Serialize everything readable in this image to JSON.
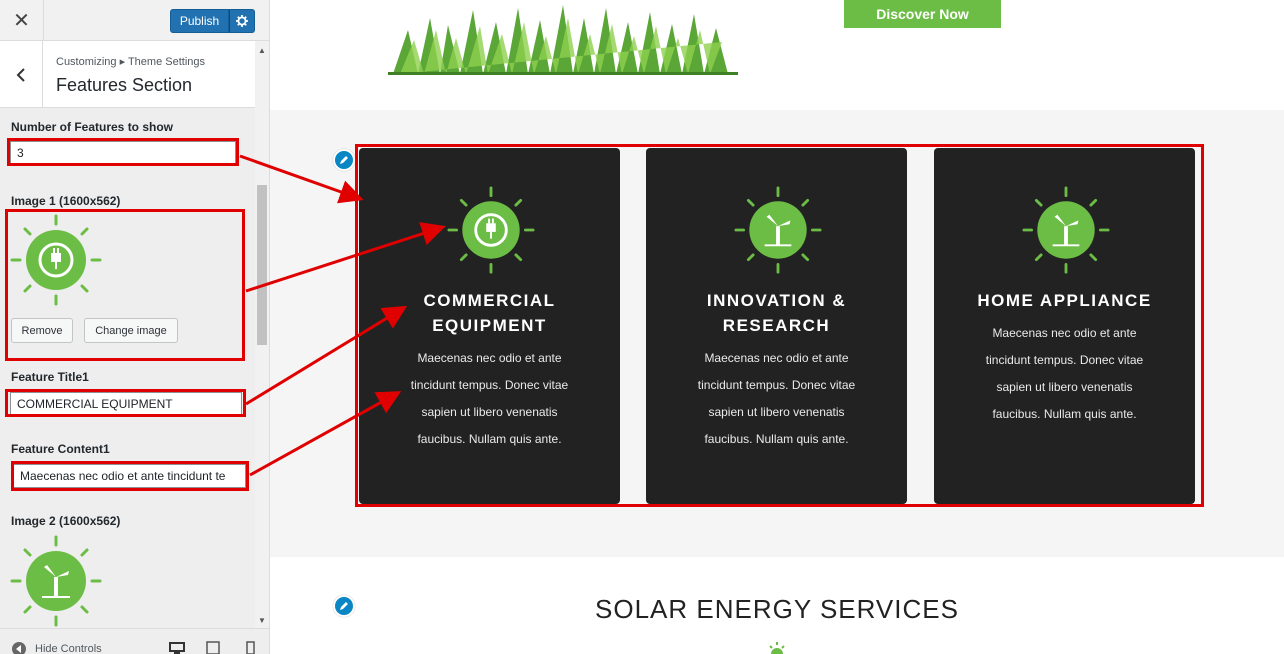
{
  "sidebar": {
    "close_icon": "close-icon",
    "publish_label": "Publish",
    "gear_icon": "gear-icon",
    "back_icon": "chevron-left-icon",
    "breadcrumb": "Customizing ▸ Theme Settings",
    "section_title": "Features Section",
    "controls": {
      "num_features_label": "Number of Features to show",
      "num_features_value": "3",
      "image1_label": "Image 1 (1600x562)",
      "remove_label": "Remove",
      "change_image_label": "Change image",
      "title1_label": "Feature Title1",
      "title1_value": "COMMERCIAL EQUIPMENT",
      "content1_label": "Feature Content1",
      "content1_value": "Maecenas nec odio et ante tincidunt te",
      "image2_label": "Image 2 (1600x562)"
    },
    "footer": {
      "hide_controls_label": "Hide Controls",
      "devices": [
        "desktop-icon",
        "tablet-icon",
        "mobile-icon"
      ]
    }
  },
  "preview": {
    "hero_button": "Discover Now",
    "features": [
      {
        "icon": "plug-sun-icon",
        "title_lines": [
          "COMMERCIAL",
          "EQUIPMENT"
        ],
        "text_lines": [
          "Maecenas nec odio et ante",
          "tincidunt tempus. Donec vitae",
          "sapien ut libero venenatis",
          "faucibus. Nullam quis ante."
        ]
      },
      {
        "icon": "windmill-sun-icon",
        "title_lines": [
          "INNOVATION &",
          "RESEARCH"
        ],
        "text_lines": [
          "Maecenas nec odio et ante",
          "tincidunt tempus. Donec vitae",
          "sapien ut libero venenatis",
          "faucibus. Nullam quis ante."
        ]
      },
      {
        "icon": "windmill-sun-icon",
        "title_lines": [
          "HOME APPLIANCE"
        ],
        "text_lines": [
          "Maecenas nec odio et ante",
          "tincidunt tempus. Donec vitae",
          "sapien ut libero venenatis",
          "faucibus. Nullam quis ante."
        ]
      }
    ],
    "services_title": "SOLAR ENERGY SERVICES"
  },
  "colors": {
    "accent_green": "#6cbd45",
    "wp_blue": "#2271b1",
    "card_bg": "#222222",
    "annotation_red": "#e00000"
  }
}
